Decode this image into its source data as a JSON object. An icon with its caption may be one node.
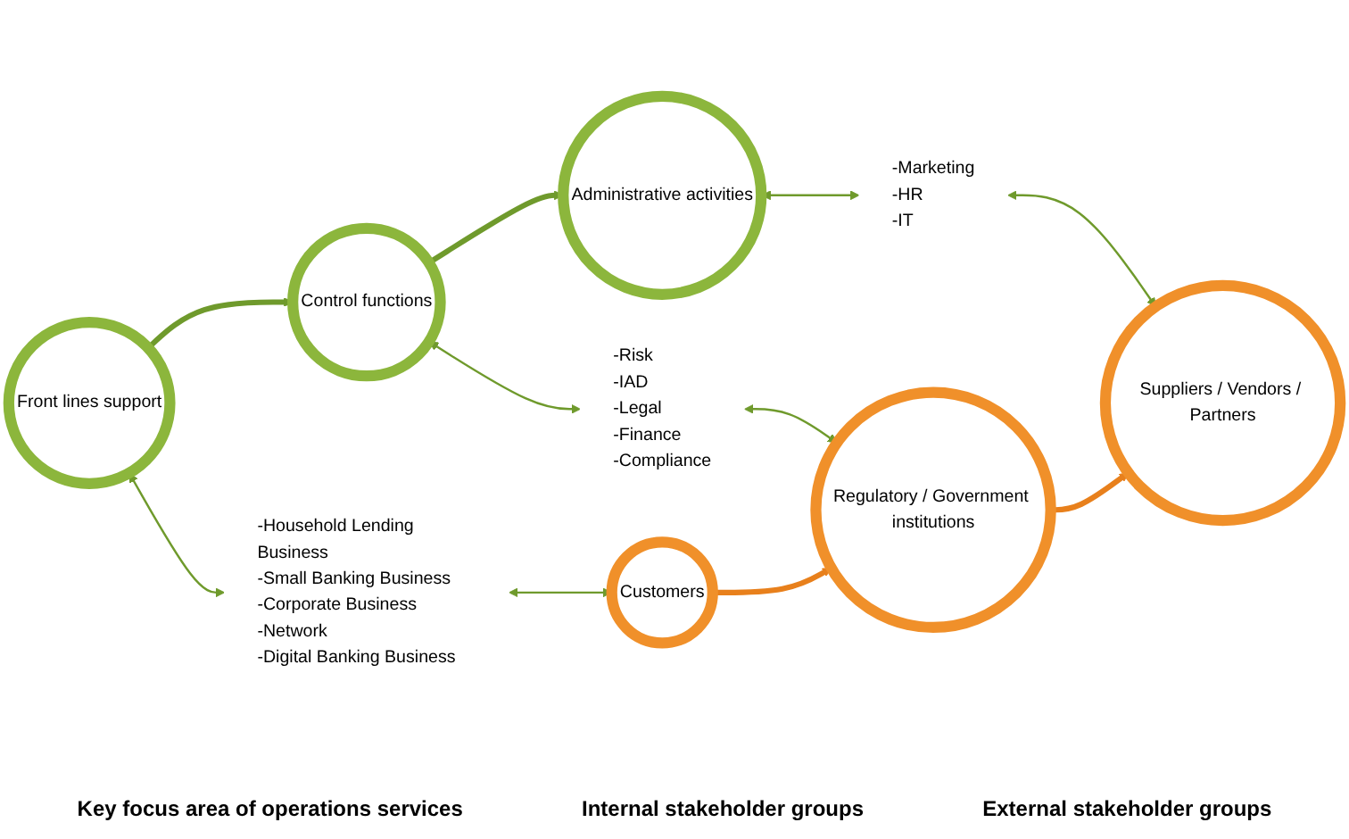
{
  "diagram": {
    "nodes": [
      {
        "text": [
          "Front lines support"
        ]
      },
      {
        "text": [
          "Control functions"
        ]
      },
      {
        "text": [
          "Administrative activities"
        ]
      },
      {
        "text": [
          "-Household Lending Business",
          "-Small Banking Business",
          "-Corporate Business",
          "-Network",
          "-Digital Banking Business"
        ]
      },
      {
        "text": [
          "-Risk",
          "-IAD",
          "-Legal",
          "-Finance",
          "-Compliance"
        ]
      },
      {
        "text": [
          "-Marketing",
          "-HR",
          "-IT"
        ]
      },
      {
        "text": [
          "Customers"
        ]
      },
      {
        "text": [
          "Regulatory / Government institutions"
        ]
      },
      {
        "text": [
          "Suppliers / Vendors / Partners"
        ]
      }
    ],
    "edges": [
      {
        "from": 0,
        "to": 1,
        "arrow": "to",
        "style": "thick"
      },
      {
        "from": 1,
        "to": 2,
        "arrow": "to",
        "style": "thick"
      },
      {
        "from": 0,
        "to": 3,
        "arrow": "both"
      },
      {
        "from": 1,
        "to": 4,
        "arrow": "both"
      },
      {
        "from": 2,
        "to": 5,
        "arrow": "both"
      },
      {
        "from": 3,
        "to": 6,
        "arrow": "both"
      },
      {
        "from": 4,
        "to": 7,
        "arrow": "both"
      },
      {
        "from": 5,
        "to": 8,
        "arrow": "both"
      },
      {
        "from": 6,
        "to": 7,
        "arrow": "to",
        "style": "thick",
        "color": "#e8801c"
      },
      {
        "from": 7,
        "to": 8,
        "arrow": "to",
        "style": "thick",
        "color": "#e8801c"
      }
    ],
    "labels": [
      "Key focus area of operations services",
      "Internal stakeholder groups",
      "External stakeholder groups"
    ]
  }
}
